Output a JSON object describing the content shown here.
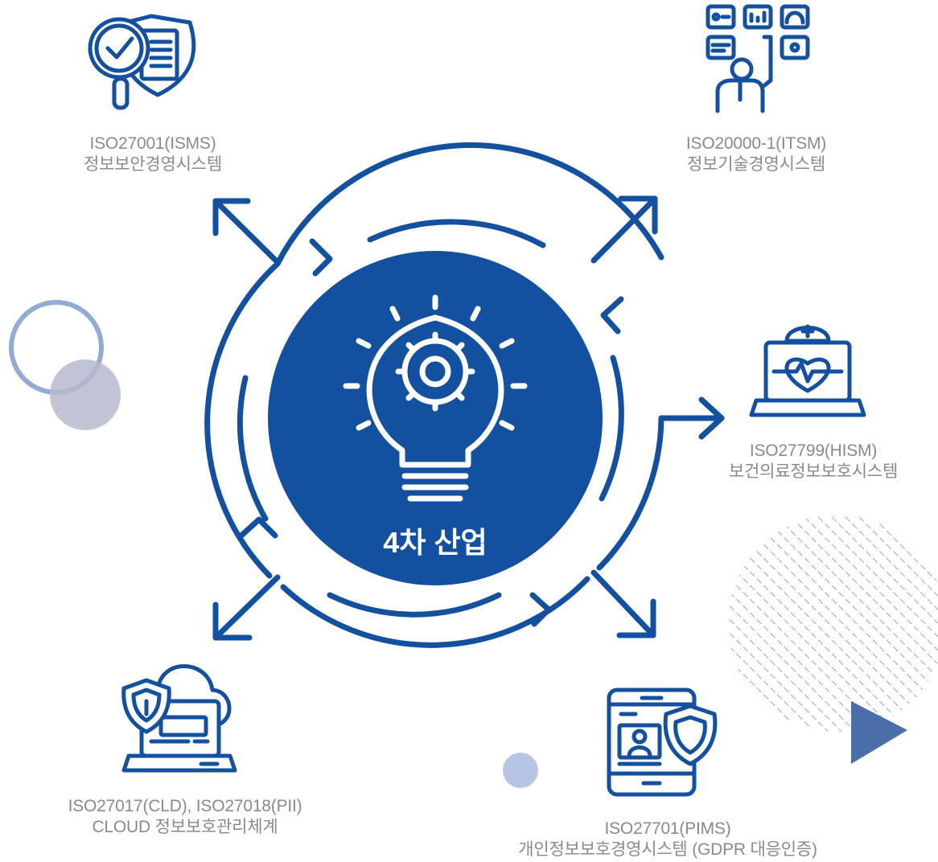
{
  "center": {
    "title": "4차 산업"
  },
  "nodes": {
    "isms": {
      "code": "ISO27001(ISMS)",
      "name": "정보보안경영시스템",
      "icon": "security-audit-icon"
    },
    "itsm": {
      "code": "ISO20000-1(ITSM)",
      "name": "정보기술경영시스템",
      "icon": "it-management-icon"
    },
    "hism": {
      "code": "ISO27799(HISM)",
      "name": "보건의료정보보호시스템",
      "icon": "healthcare-laptop-icon"
    },
    "pims": {
      "code": "ISO27701(PIMS)",
      "name": "개인정보보호경영시스템 (GDPR 대응인증)",
      "icon": "privacy-tablet-icon"
    },
    "cloud": {
      "code": "ISO27017(CLD), ISO27018(PII)",
      "name": "CLOUD 정보보호관리체계",
      "icon": "cloud-security-icon"
    }
  },
  "colors": {
    "primary": "#1450a0",
    "label": "#8a8a8a",
    "ring_light": "#7f9ccb",
    "circle_grey": "#b7b8cc",
    "dot_light": "#b6c6e2",
    "triangle": "#4a6fa8",
    "hatch": "#9aa0c2"
  }
}
